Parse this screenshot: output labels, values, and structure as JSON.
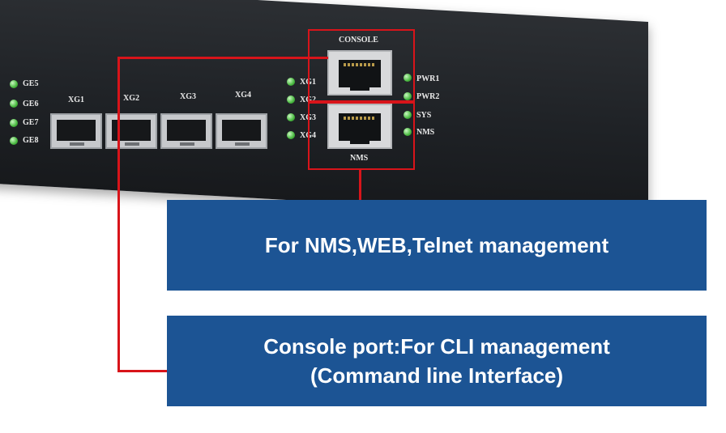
{
  "device": {
    "ge_labels": [
      "GE5",
      "GE6",
      "GE7",
      "GE8"
    ],
    "sfp_labels": [
      "XG1",
      "XG2",
      "XG3",
      "XG4"
    ],
    "xg_led_labels": [
      "XG1",
      "XG2",
      "XG3",
      "XG4"
    ],
    "status_labels": [
      "PWR1",
      "PWR2",
      "SYS",
      "NMS"
    ],
    "console_label": "CONSOLE",
    "nms_label": "NMS"
  },
  "callouts": {
    "nms_text": "For NMS,WEB,Telnet management",
    "console_line1": "Console port:For CLI management",
    "console_line2": "(Command line Interface)"
  },
  "colors": {
    "box_blue": "#1c5494",
    "callout_red": "#d8141a",
    "led_green": "#47b83e"
  }
}
